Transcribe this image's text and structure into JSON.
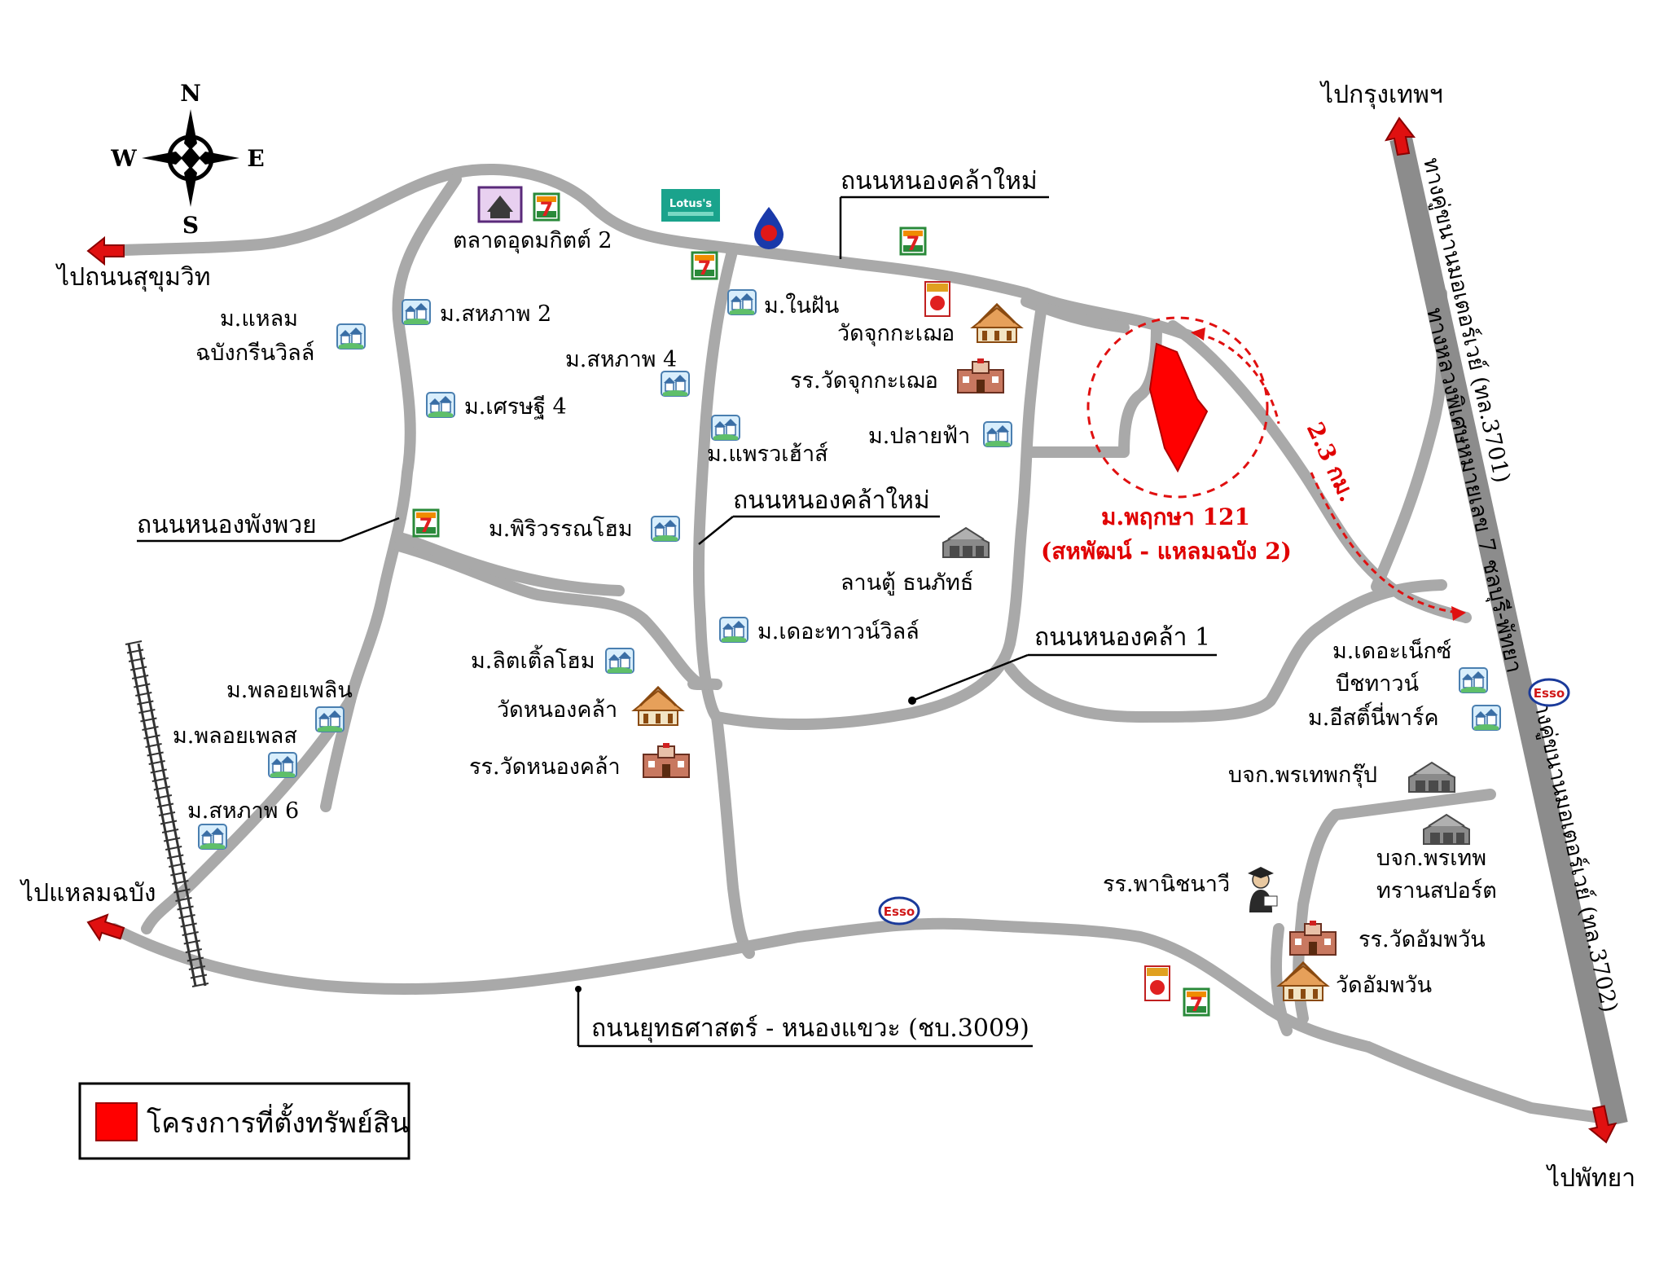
{
  "compass": {
    "n": "N",
    "s": "S",
    "e": "E",
    "w": "W"
  },
  "destinations": {
    "bangkok": "ไปกรุงเทพฯ",
    "sukhumvit": "ไปถนนสุขุมวิท",
    "laem_chabang": "ไปแหลมฉบัง",
    "pattaya": "ไปพัทยา"
  },
  "roads": {
    "nong_kla_mai_top": "ถนนหนองคล้าใหม่",
    "nong_kla_mai_mid": "ถนนหนองคล้าใหม่",
    "nong_phang_phuai": "ถนนหนองพังพวย",
    "nong_kla_1": "ถนนหนองคล้า 1",
    "yuttasat": "ถนนยุทธศาสตร์ - หนองแขวะ (ชบ.3009)",
    "motorway_north": "ทางหลวงพิเศษหมายเลข 7 ชลบุรี-พัทยา",
    "motorway_north_2": "ทางคู่ขนานมอเตอร์เวย์ (ทล.3701)",
    "motorway_south_2": "ทางคู่ขนานมอเตอร์เวย์ (ทล.3702)"
  },
  "places": {
    "market": "ตลาดอุดมกิตต์ 2",
    "laem_chabang_green": [
      "ม.แหลม",
      "ฉบังกรีนวิลล์"
    ],
    "sahaphap2": "ม.สหภาพ 2",
    "sahaphap4": "ม.สหภาพ 4",
    "setthi4": "ม.เศรษฐี 4",
    "nai_fan": "ม.ในฝัน",
    "wat_juk": "วัดจุกกะเฌอ",
    "school_juk": "รร.วัดจุกกะเฌอ",
    "phrao": "ม.แพรวเฮ้าส์",
    "plai_fa": "ม.ปลายฟ้า",
    "piriwan": "ม.พิริวรรณโฮม",
    "lan_tu": "ลานตู้ ธนภัทธ์",
    "town_ville": "ม.เดอะทาวน์วิลล์",
    "little_home": "ม.ลิตเติ้ลโฮม",
    "wat_nong_kla": "วัดหนองคล้า",
    "school_nong_kla": "รร.วัดหนองคล้า",
    "ploi_phloen": "ม.พลอยเพลิน",
    "ploi_phlas": "ม.พลอยเพลส",
    "sahaphap6": "ม.สหภาพ 6",
    "next_beach": [
      "ม.เดอะเน็กซ์",
      "บีชทาวน์"
    ],
    "east_tini": "ม.อีสติ์นี่พาร์ค",
    "porn_group": "บจก.พรเทพกรุ๊ป",
    "porn_transport": [
      "บจก.พรเทพ",
      "ทรานสปอร์ต"
    ],
    "panit_school": "รร.พานิชนาวี",
    "school_ampawan": "รร.วัดอัมพวัน",
    "wat_ampawan": "วัดอัมพวัน"
  },
  "project": {
    "name": "ม.พฤกษา 121",
    "sub": "(สหพัฒน์ - แหลมฉบัง 2)",
    "distance": "2.3 กม.",
    "color": "#ff0000"
  },
  "logos": {
    "seven_eleven": "7",
    "lotus": "Lotus's",
    "esso": "Esso"
  },
  "legend": {
    "text": "โครงการที่ตั้งทรัพย์สิน",
    "color": "#ff0000"
  },
  "icons": {
    "house": "house-cluster-icon",
    "temple": "temple-icon",
    "school": "school-icon",
    "warehouse": "warehouse-icon",
    "store": "seven-eleven-icon",
    "fuel": "fuel-drop-icon",
    "arrow": "direction-arrow-icon",
    "compass": "compass-rose-icon"
  }
}
